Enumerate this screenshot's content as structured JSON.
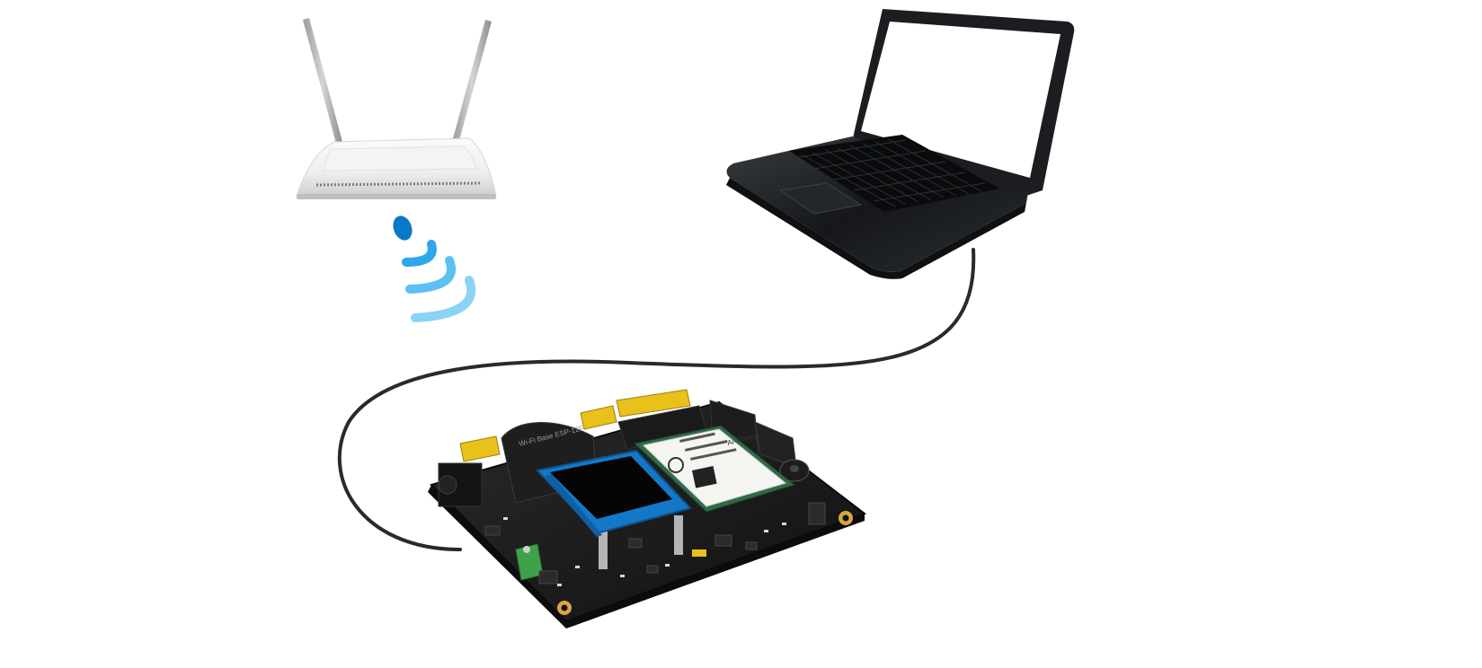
{
  "scene": {
    "background": "#ffffff",
    "devices": [
      {
        "id": "router",
        "icon": "wifi-router-icon"
      },
      {
        "id": "laptop",
        "icon": "laptop-icon"
      },
      {
        "id": "dev-board",
        "icon": "circuit-board-icon"
      }
    ],
    "wireless_signal": {
      "icon": "wifi-signal-icon",
      "colors": [
        "#0a78c8",
        "#2fa6ea",
        "#5cc0f2",
        "#8ad3f7"
      ]
    },
    "cable": {
      "icon": "usb-cable-icon",
      "color": "#2a2a2a"
    }
  },
  "board": {
    "wifi_module_label": "Wi-Fi Base ESP-12F",
    "module_label": "Ai-Thinker",
    "colors": {
      "pcb": "#1c1c1c",
      "lcd": "#1478c8",
      "gsm": "#2f6b46",
      "header": "#e8c21a",
      "terminal": "#3fa24a"
    }
  }
}
